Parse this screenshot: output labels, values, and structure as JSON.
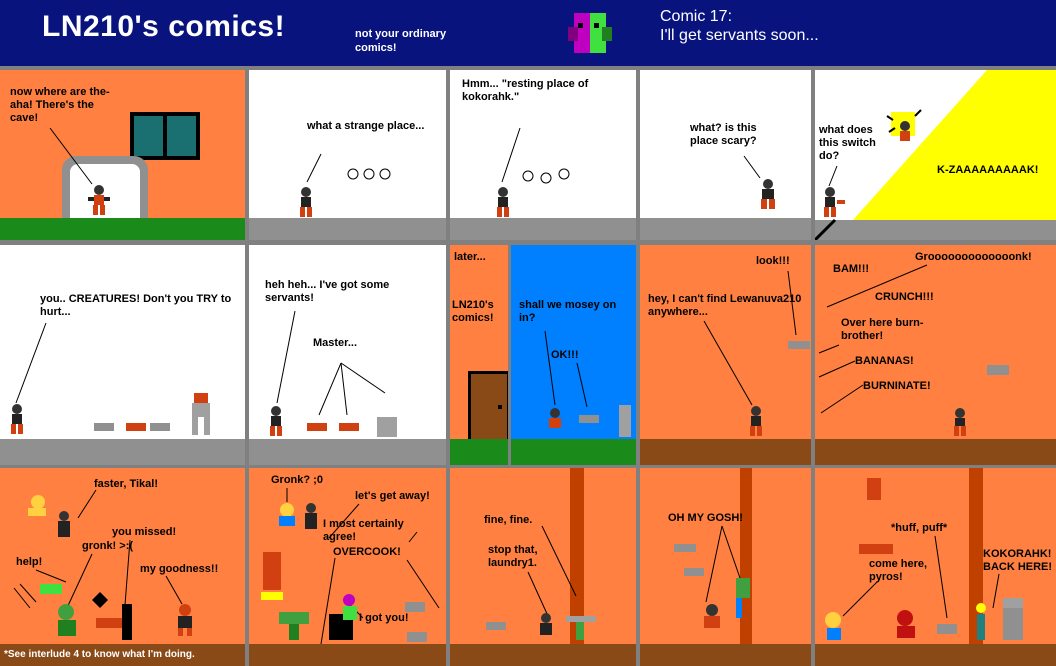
{
  "header": {
    "title": "LN210's comics!",
    "subtitle": "not your ordinary comics!",
    "comic_number": "Comic 17:",
    "comic_title": "I'll get servants soon..."
  },
  "row1": {
    "p1": {
      "text": "now where are the- aha! There's the cave!"
    },
    "p2": {
      "text": "what a strange place..."
    },
    "p3": {
      "text": "Hmm... \"resting place of kokorahk.\""
    },
    "p4": {
      "text": "what? is this place scary?"
    },
    "p5": {
      "text1": "what does this switch do?",
      "text2": "K-ZAAAAAAAAAK!"
    }
  },
  "row2": {
    "p1": {
      "text": "you.. CREATURES! Don't you TRY to hurt..."
    },
    "p2": {
      "text1": "heh heh... I've got some servants!",
      "text2": "Master..."
    },
    "p3": {
      "text1": "later...",
      "text2": "LN210's comics!"
    },
    "p4": {
      "text1": "shall we mosey on in?",
      "text2": "OK!!!"
    },
    "p5": {
      "text1": "look!!!",
      "text2": "hey, I can't find Lewanuva210 anywhere..."
    },
    "p6": {
      "t1": "BAM!!!",
      "t2": "Grooooooooooooonk!",
      "t3": "CRUNCH!!!",
      "t4": "Over here burn-brother!",
      "t5": "BANANAS!",
      "t6": "BURNINATE!"
    }
  },
  "row3": {
    "p1": {
      "t1": "faster, Tikal!",
      "t2": "you missed!",
      "t3": "gronk! >:(",
      "t4": "help!",
      "t5": "my goodness!!"
    },
    "p2": {
      "t1": "Gronk? ;0",
      "t2": "let's get away!",
      "t3": "I most certainly agree!",
      "t4": "OVERCOOK!",
      "t5": "I got you!"
    },
    "p3": {
      "t1": "fine, fine.",
      "t2": "stop that, laundry1."
    },
    "p4": {
      "t1": "OH MY GOSH!"
    },
    "p5": {
      "t1": "*huff, puff*",
      "t2": "come here, pyros!",
      "t3": "KOKORAHK! BACK HERE!"
    },
    "footnote": "*See interlude 4 to know what I'm doing."
  },
  "colors": {
    "header": "#08137e",
    "orange": "#ff8040",
    "grass": "#1a8a1a",
    "dirt": "#8a4a18",
    "gray": "#808080",
    "yellow": "#ffff00",
    "blue": "#0080ff"
  }
}
